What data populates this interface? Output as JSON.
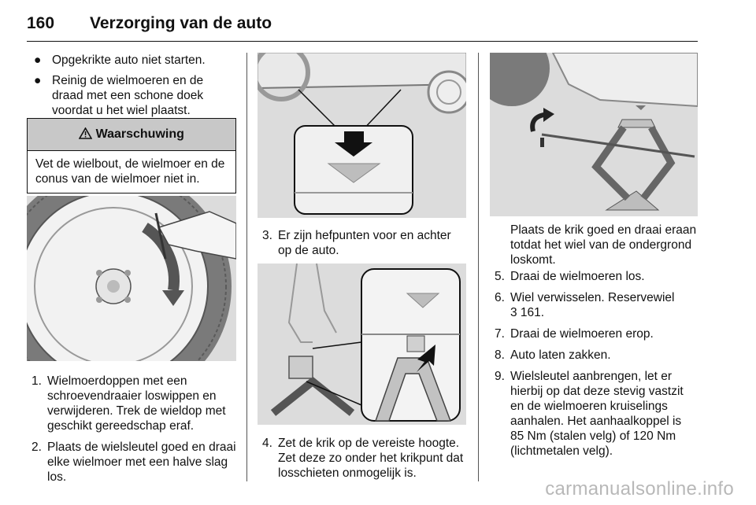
{
  "header": {
    "page_number": "160",
    "chapter_title": "Verzorging van de auto"
  },
  "col1": {
    "bullets": [
      {
        "marker": "●",
        "text": "Opgekrikte auto niet starten."
      },
      {
        "marker": "●",
        "text": "Reinig de wielmoeren en de draad met een schone doek voordat u het wiel plaatst."
      }
    ],
    "warning": {
      "icon": "warning-triangle-icon",
      "title": "Waarschuwing",
      "body": "Vet de wielbout, de wielmoer en de conus van de wielmoer niet in."
    },
    "steps": [
      {
        "num": "1.",
        "text": "Wielmoerdoppen met een schroevendraaier loswippen en verwijderen. Trek de wieldop met geschikt gereedschap eraf."
      },
      {
        "num": "2.",
        "text": "Plaats de wielsleutel goed en draai elke wielmoer met een halve slag los."
      }
    ]
  },
  "col2": {
    "steps": [
      {
        "num": "3.",
        "text": "Er zijn hefpunten voor en achter op de auto."
      },
      {
        "num": "4.",
        "text": "Zet de krik op de vereiste hoogte. Zet deze zo onder het krikpunt dat losschieten onmogelijk is."
      }
    ]
  },
  "col3": {
    "intro": "Plaats de krik goed en draai eraan totdat het wiel van de ondergrond loskomt.",
    "steps": [
      {
        "num": "5.",
        "text": "Draai de wielmoeren los."
      },
      {
        "num": "6.",
        "text": "Wiel verwisselen. Reservewiel",
        "ref": "3 161."
      },
      {
        "num": "7.",
        "text": "Draai de wielmoeren erop."
      },
      {
        "num": "8.",
        "text": "Auto laten zakken."
      },
      {
        "num": "9.",
        "text": "Wielsleutel aanbrengen, let er hierbij op dat deze stevig vastzit en de wielmoeren kruiselings aanhalen. Het aanhaalkoppel is 85 Nm (stalen velg) of 120 Nm (lichtmetalen velg)."
      }
    ]
  },
  "watermark": "carmanualsonline.info"
}
